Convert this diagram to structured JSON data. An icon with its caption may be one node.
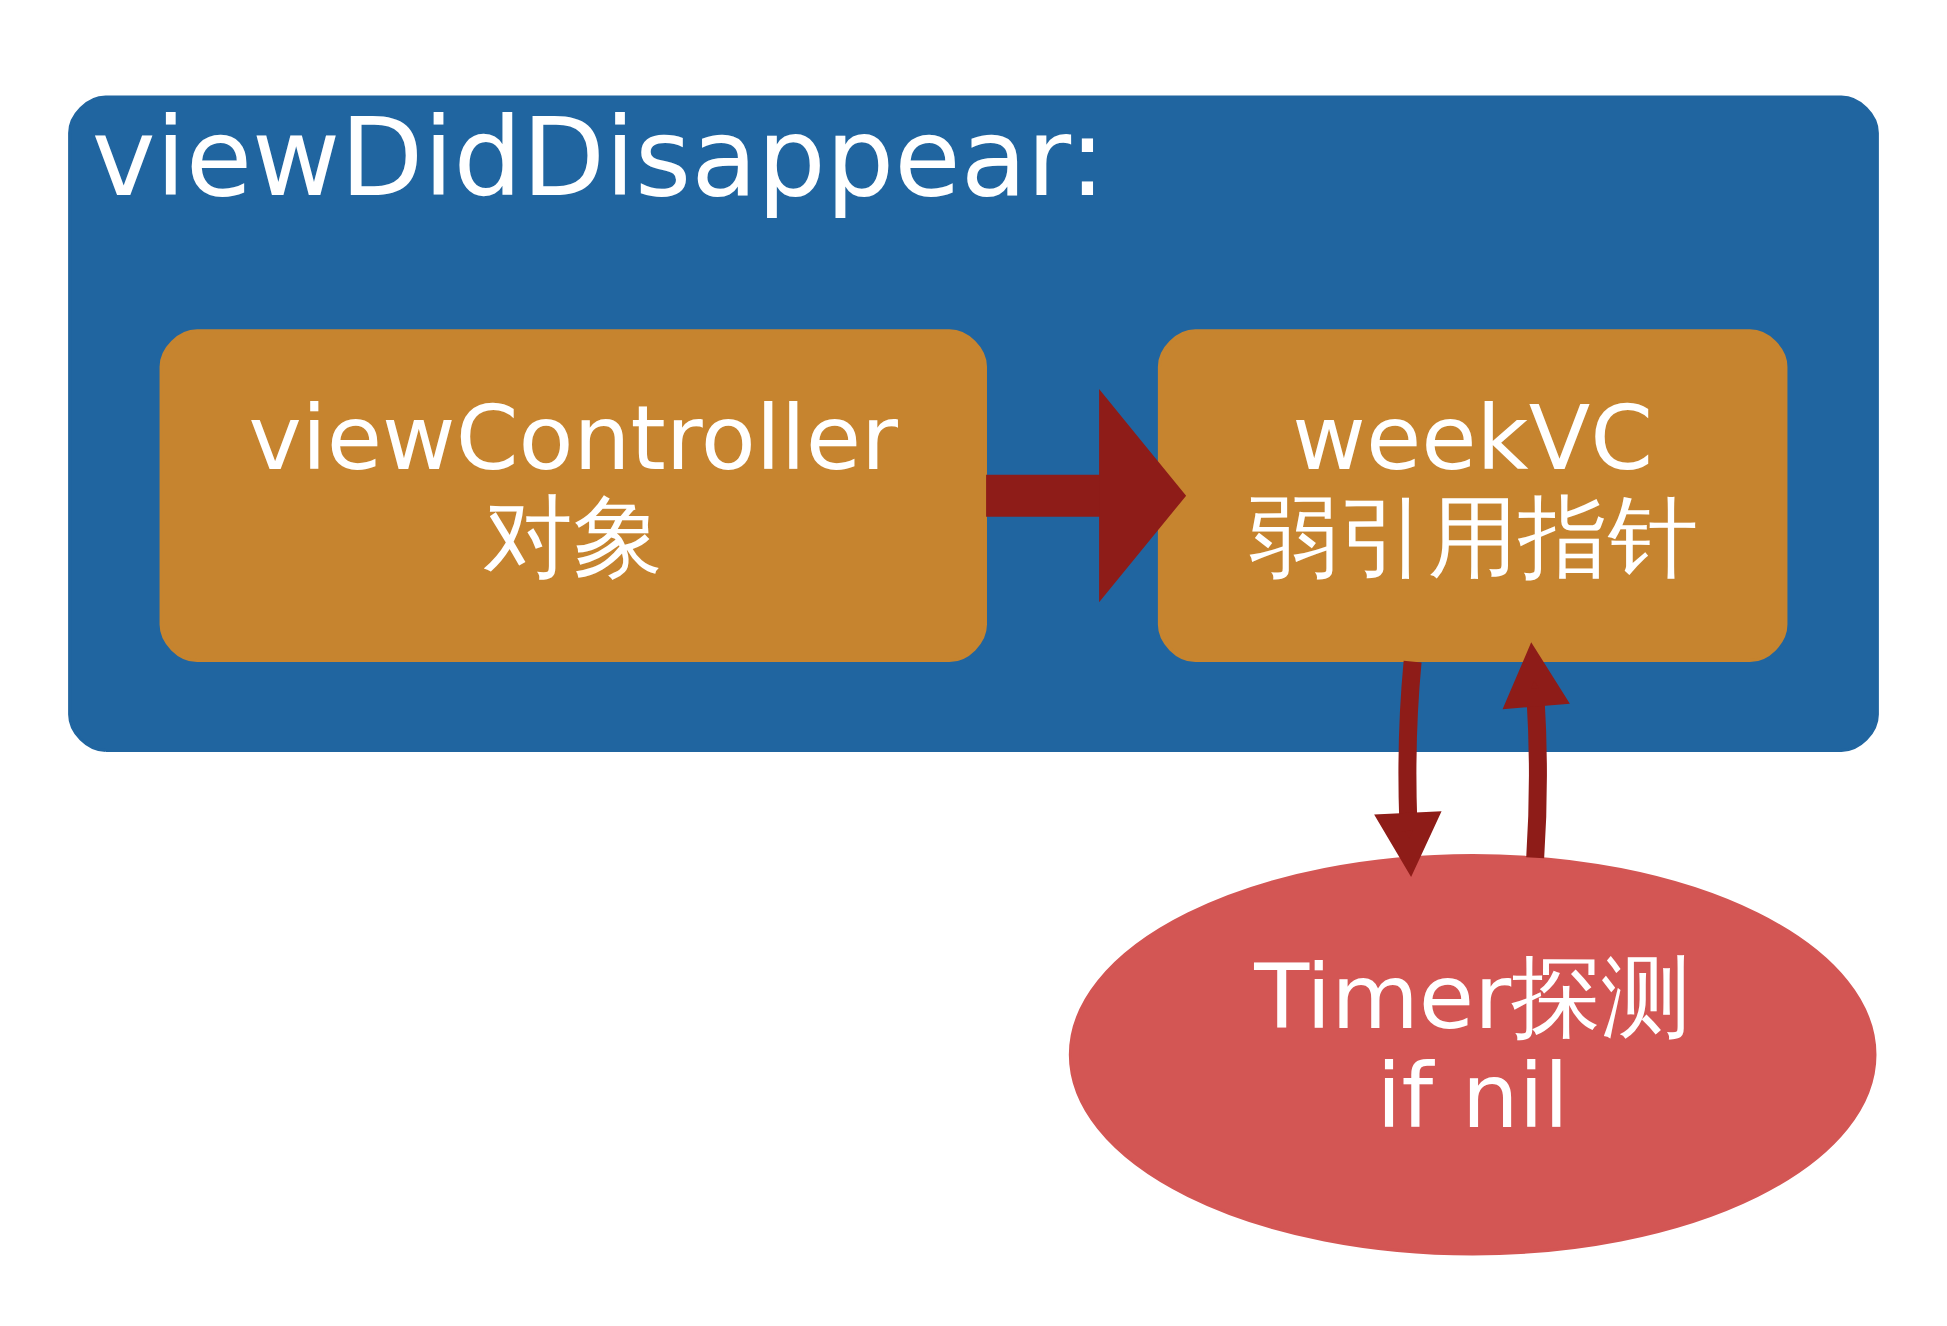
{
  "diagram": {
    "nodes": [
      {
        "text": [
          "viewDidDisappear:"
        ]
      },
      {
        "text": [
          "viewController",
          "对象"
        ],
        "in": 0
      },
      {
        "text": [
          "weekVC",
          "弱引用指针"
        ],
        "in": 0
      },
      {
        "text": [
          "Timer探测",
          "if nil"
        ]
      }
    ],
    "edges": [
      {
        "from": 1,
        "to": 2,
        "arrow": "to",
        "style": "thick"
      },
      {
        "from": 2,
        "to": 3,
        "arrow": "to"
      },
      {
        "from": 3,
        "to": 2,
        "arrow": "to"
      }
    ]
  }
}
